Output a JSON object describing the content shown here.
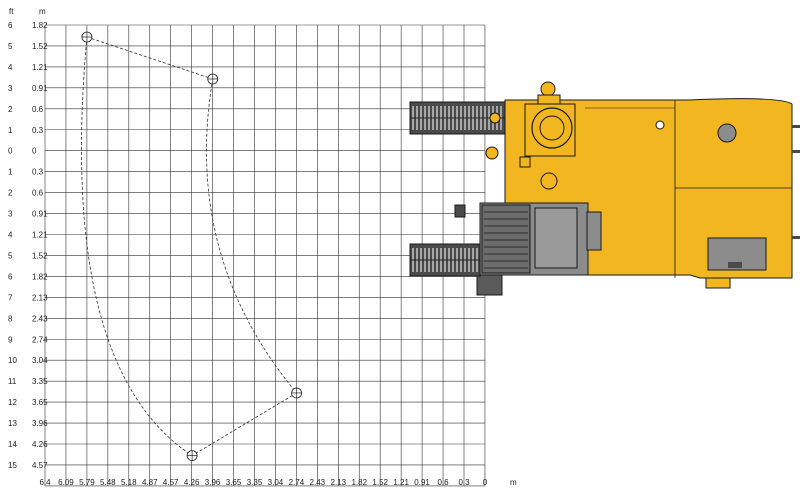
{
  "units": {
    "ft": "ft",
    "m": "m",
    "x_m": "m"
  },
  "rows": [
    {
      "ft": "6",
      "m": "1.82"
    },
    {
      "ft": "5",
      "m": "1.52"
    },
    {
      "ft": "4",
      "m": "1.21"
    },
    {
      "ft": "3",
      "m": "0.91"
    },
    {
      "ft": "2",
      "m": "0.6"
    },
    {
      "ft": "1",
      "m": "0.3"
    },
    {
      "ft": "0",
      "m": "0"
    },
    {
      "ft": "1",
      "m": "0.3"
    },
    {
      "ft": "2",
      "m": "0.6"
    },
    {
      "ft": "3",
      "m": "0.91"
    },
    {
      "ft": "4",
      "m": "1.21"
    },
    {
      "ft": "5",
      "m": "1.52"
    },
    {
      "ft": "6",
      "m": "1.82"
    },
    {
      "ft": "7",
      "m": "2.13"
    },
    {
      "ft": "8",
      "m": "2.43"
    },
    {
      "ft": "9",
      "m": "2.74"
    },
    {
      "ft": "10",
      "m": "3.04"
    },
    {
      "ft": "11",
      "m": "3.35"
    },
    {
      "ft": "12",
      "m": "3.65"
    },
    {
      "ft": "13",
      "m": "3.96"
    },
    {
      "ft": "14",
      "m": "4.26"
    },
    {
      "ft": "15",
      "m": "4.57"
    }
  ],
  "x_ticks": [
    "6.4",
    "6.09",
    "5.79",
    "5.48",
    "5.18",
    "4.87",
    "4.57",
    "4.26",
    "3.96",
    "3.65",
    "3.35",
    "3.04",
    "2.74",
    "2.43",
    "2.13",
    "1.82",
    "1.52",
    "1.21",
    "0.91",
    "0.6",
    "0.3",
    "0"
  ],
  "reach_points": [
    {
      "x_m": 5.79,
      "y_m": 1.82
    },
    {
      "x_m": 3.96,
      "y_m": 1.21
    },
    {
      "x_m": 2.74,
      "y_m": -3.35
    },
    {
      "x_m": 4.26,
      "y_m": -4.26
    }
  ],
  "colors": {
    "grid": "#333333",
    "machine_yellow": "#F2B720",
    "machine_outline": "#1a1a1a",
    "machine_gray": "#8c8c8c",
    "machine_dark": "#4a4a4a"
  },
  "icons": {
    "reach_marker": "crosshair-circle-icon"
  }
}
